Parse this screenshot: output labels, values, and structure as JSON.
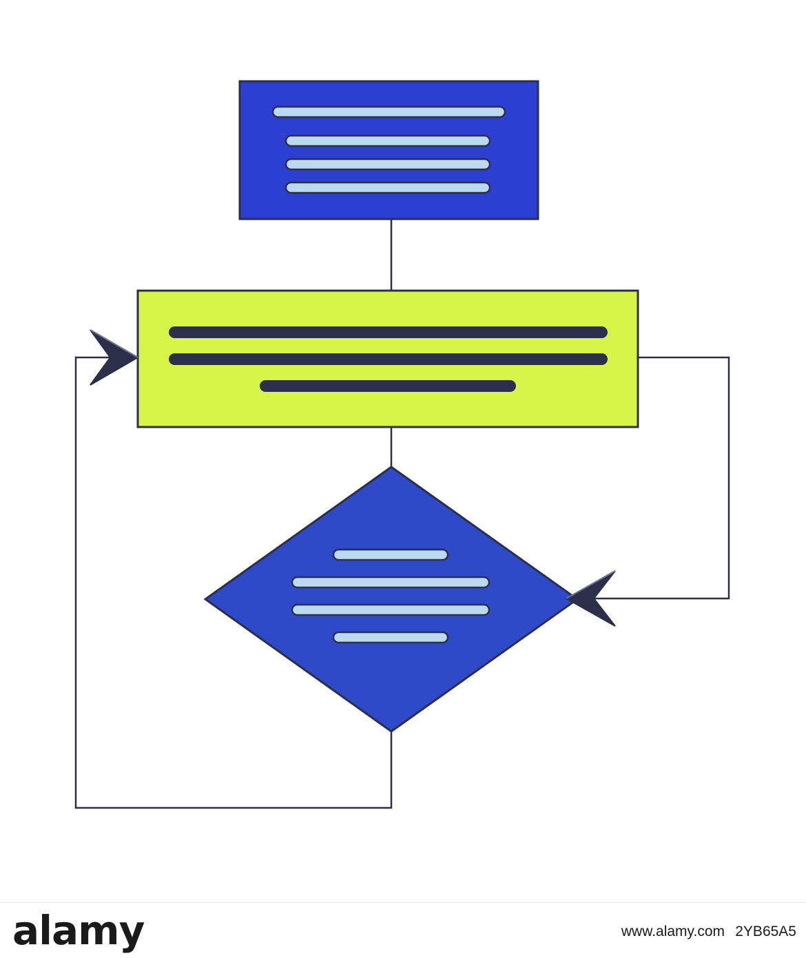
{
  "illustration": {
    "title": "Flowchart diagram with process box, decision diamond and feedback loops",
    "palette": {
      "outline": "#2b2f4a",
      "blue_fill": "#2b3fd1",
      "blue_node_fill": "#2f4ac8",
      "lime_fill": "#d7f549",
      "light_line": "#bcd9f2",
      "dark_line": "#2b2f4a",
      "background": "#ffffff"
    },
    "nodes": [
      {
        "id": "top-box",
        "shape": "rectangle",
        "role": "input-node",
        "fill": "#2b3fd1",
        "text_lines": 4,
        "line_color": "#bcd9f2"
      },
      {
        "id": "process-box",
        "shape": "rectangle",
        "role": "process-node",
        "fill": "#d7f549",
        "text_lines": 3,
        "line_color": "#2b2f4a"
      },
      {
        "id": "decision-diamond",
        "shape": "diamond",
        "role": "decision-node",
        "fill": "#2f4ac8",
        "text_lines": 4,
        "line_color": "#bcd9f2"
      }
    ],
    "connectors": [
      {
        "id": "top-to-process",
        "from": "top-box",
        "to": "process-box",
        "style": "straight",
        "arrow": false
      },
      {
        "id": "process-to-decision",
        "from": "process-box",
        "to": "decision-diamond",
        "style": "straight",
        "arrow": false
      },
      {
        "id": "right-loop",
        "from": "process-box-right",
        "to": "decision-diamond-right",
        "style": "orthogonal",
        "arrow": true,
        "arrow_direction": "left"
      },
      {
        "id": "left-loop",
        "from": "decision-diamond-bottom",
        "to": "process-box-left",
        "style": "orthogonal",
        "arrow": true,
        "arrow_direction": "right"
      }
    ]
  },
  "watermark": {
    "logo": "alamy",
    "domain": "www.alamy.com",
    "image_id": "2YB65A5"
  }
}
